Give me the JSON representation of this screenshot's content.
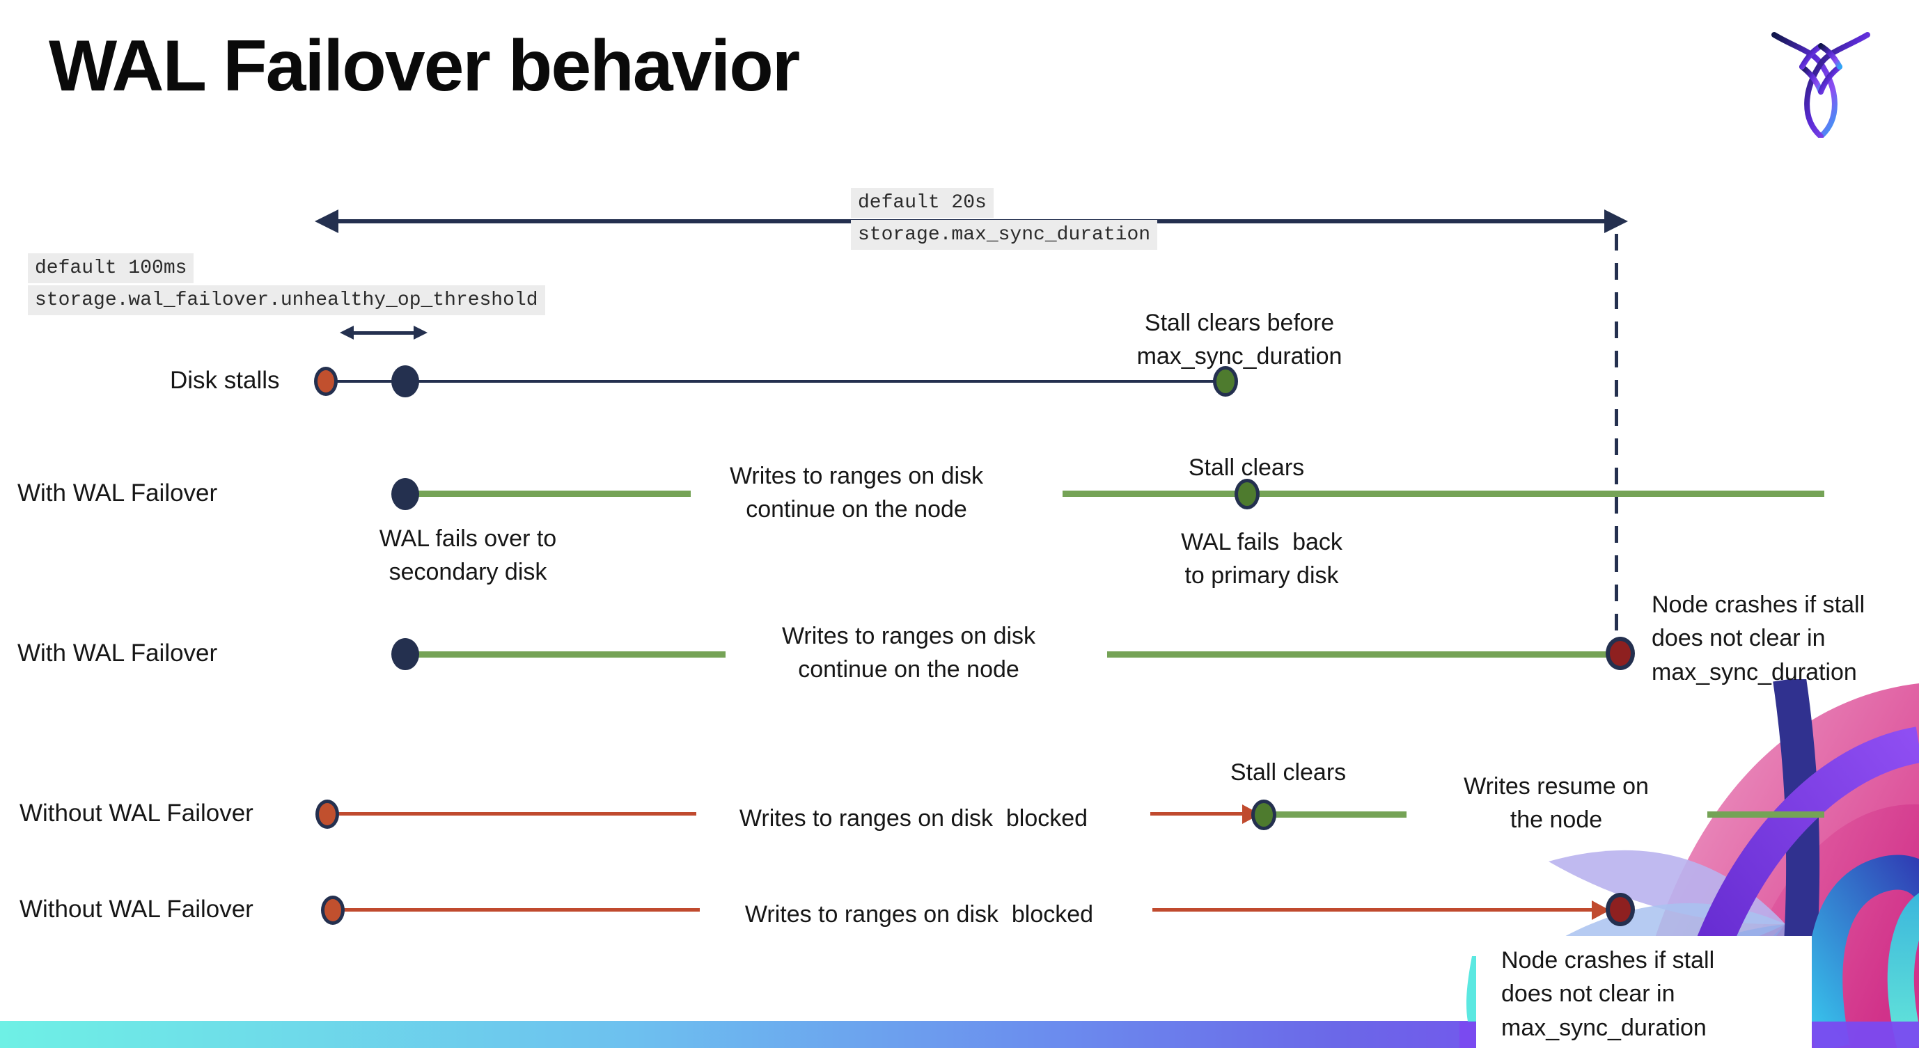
{
  "title": "WAL Failover behavior",
  "callouts": {
    "max_sync": {
      "line1": "default 20s",
      "line2": "storage.max_sync_duration"
    },
    "threshold": {
      "line1": "default 100ms",
      "line2": "storage.wal_failover.unhealthy_op_threshold"
    }
  },
  "rows": {
    "disk_stalls": {
      "label": "Disk stalls",
      "stall_note": "Stall clears before\nmax_sync_duration"
    },
    "with_failover_1": {
      "label": "With WAL Failover",
      "failover_note": "WAL fails over to\nsecondary disk",
      "writes_note": "Writes to ranges on disk\ncontinue on the node",
      "stall_note": "Stall clears",
      "failback_note": "WAL fails  back\nto primary disk"
    },
    "with_failover_2": {
      "label": "With WAL Failover",
      "writes_note": "Writes to ranges on disk\ncontinue on the node",
      "crash_note": "Node crashes if stall\ndoes not clear in\nmax_sync_duration"
    },
    "without_failover_1": {
      "label": "Without WAL Failover",
      "blocked_note": "Writes to ranges on disk  blocked",
      "stall_note": "Stall clears",
      "resume_note": "Writes resume on\nthe node"
    },
    "without_failover_2": {
      "label": "Without WAL Failover",
      "blocked_note": "Writes to ranges on disk  blocked",
      "crash_note": "Node crashes if stall\ndoes not clear in\nmax_sync_duration"
    }
  },
  "icons": {
    "brand_logo": "cockroachdb-logo"
  },
  "colors": {
    "navy": "#24304f",
    "green_line": "#75a356",
    "green_dot": "#4e7b2e",
    "red_line": "#c04a2e",
    "red_dot": "#c1502e",
    "maroon_dot": "#8e2020",
    "mono_highlight_bg": "#ececec",
    "bottom_bar_gradient": [
      "#6ef0e5",
      "#6dc0ef",
      "#6b8cee",
      "#6b67e8",
      "#7a4af0",
      "#8a3ff2"
    ],
    "logo_gradient": [
      "#10164a",
      "#5a2ad4",
      "#8b4ff2",
      "#2fa6f5"
    ]
  }
}
